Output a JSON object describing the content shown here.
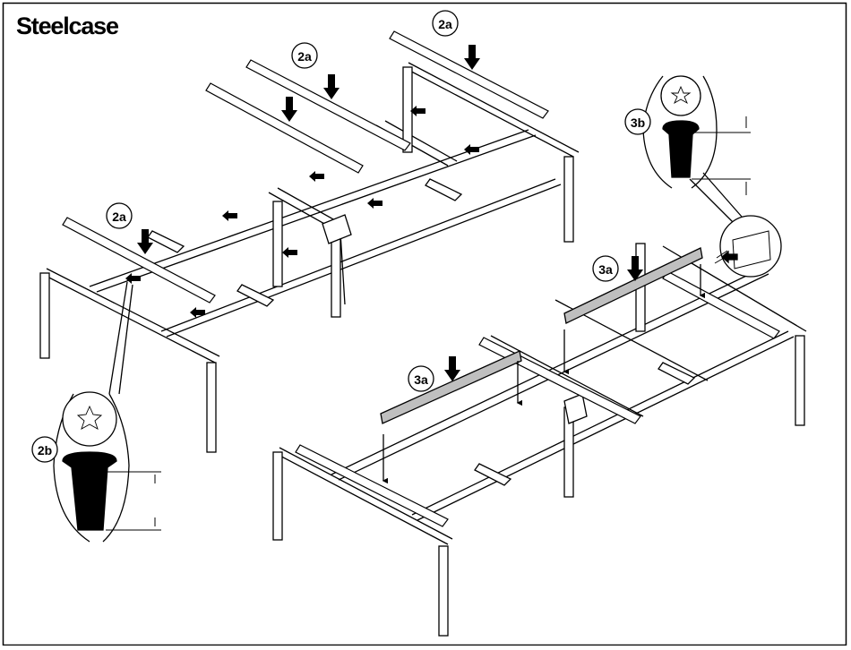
{
  "header": {
    "brand": "Steelcase"
  },
  "callouts": {
    "step_2a": "2a",
    "step_2b": "2b",
    "step_3a": "3a",
    "step_3b": "3b"
  }
}
